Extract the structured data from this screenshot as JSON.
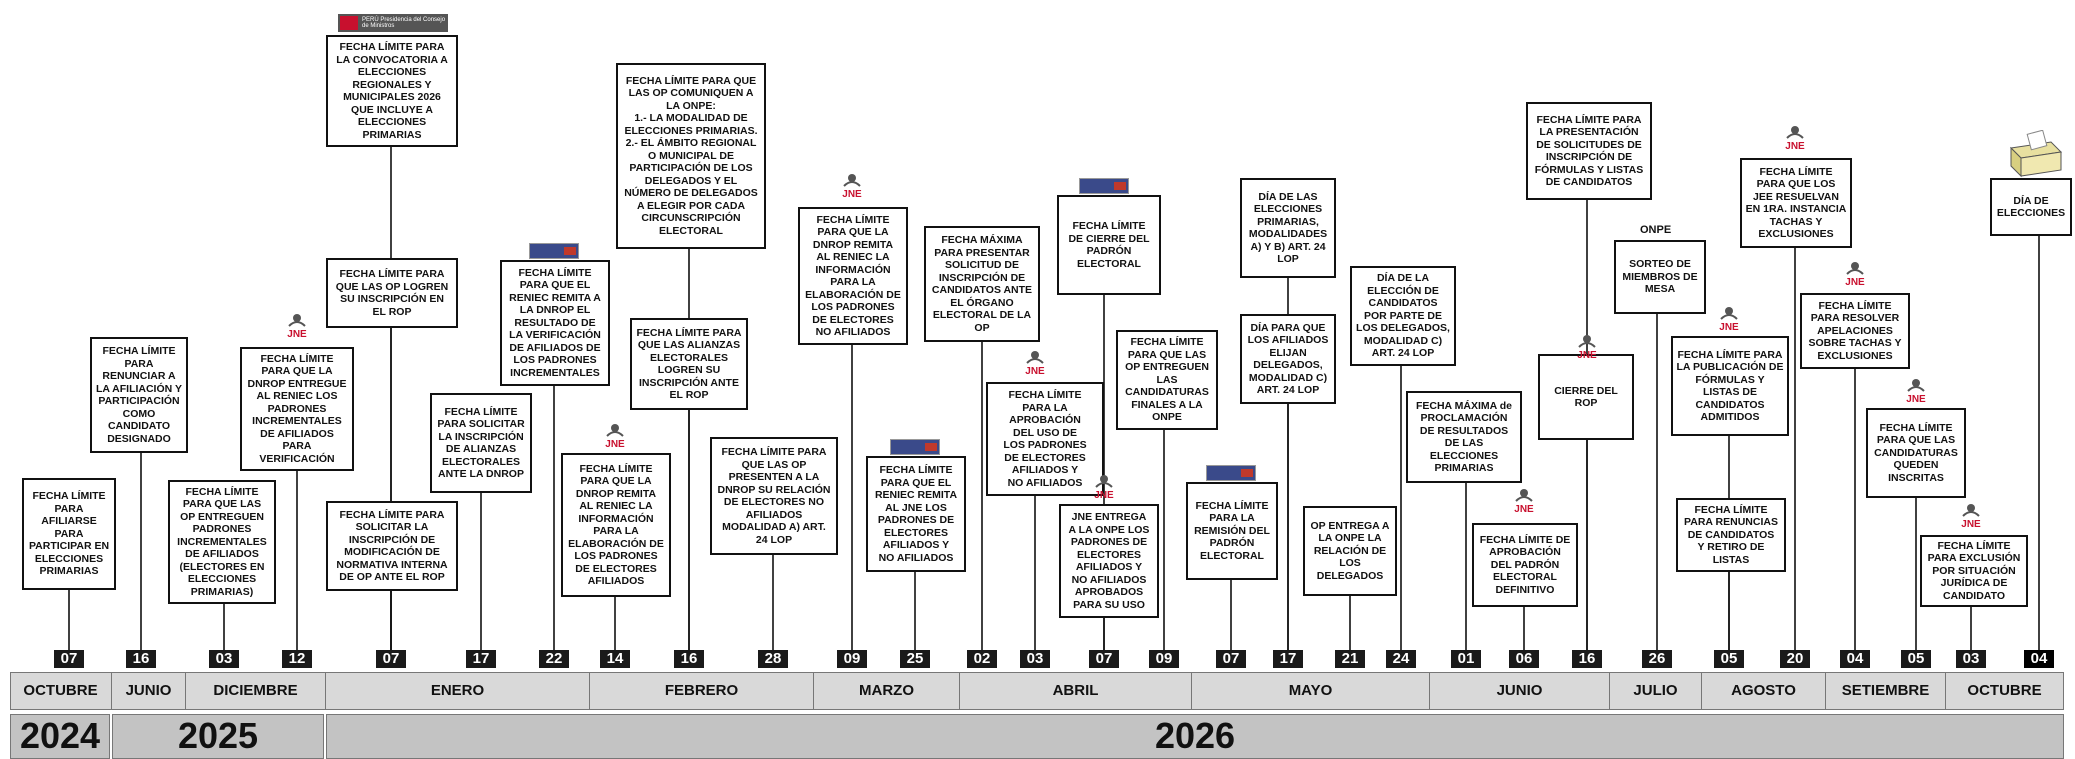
{
  "years": [
    "2024",
    "2025",
    "2026"
  ],
  "months": [
    "OCTUBRE",
    "JUNIO",
    "DICIEMBRE",
    "ENERO",
    "FEBRERO",
    "MARZO",
    "ABRIL",
    "MAYO",
    "JUNIO",
    "JULIO",
    "AGOSTO",
    "SETIEMBRE",
    "OCTUBRE"
  ],
  "events": [
    {
      "day": "07",
      "text": "FECHA LÍMITE\nPARA\nAFILIARSE\nPARA\nPARTICIPAR EN\nELECCIONES\nPRIMARIAS"
    },
    {
      "day": "16",
      "text": "FECHA LÍMITE\nPARA\nRENUNCIAR A\nLA AFILIACIÓN Y\nPARTICIPACIÓN\nCOMO\nCANDIDATO\nDESIGNADO"
    },
    {
      "day": "03",
      "text": "FECHA LÍMITE\nPARA QUE LAS\nOP ENTREGUEN\nPADRONES\nINCREMENTALES\nDE AFILIADOS\n(ELECTORES EN\nELECCIONES\nPRIMARIAS)"
    },
    {
      "day": "12",
      "text": "FECHA LÍMITE\nPARA QUE LA\nDNROP ENTREGUE\nAL RENIEC LOS\nPADRONES\nINCREMENTALES\nDE AFILIADOS\nPARA\nVERIFICACIÓN"
    },
    {
      "day": "07",
      "text": "FECHA LÍMITE PARA\nLA CONVOCATORIA A\nELECCIONES\nREGIONALES Y\nMUNICIPALES 2026\nQUE INCLUYE A\nELECCIONES\nPRIMARIAS"
    },
    {
      "day": "07",
      "text": "FECHA LÍMITE PARA\nQUE LAS OP LOGREN\nSU INSCRIPCIÓN EN\nEL ROP"
    },
    {
      "day": "07",
      "text": "FECHA LÍMITE PARA\nSOLICITAR LA\nINSCRIPCIÓN DE\nMODIFICACIÓN DE\nNORMATIVA INTERNA\nDE OP ANTE EL ROP"
    },
    {
      "day": "17",
      "text": "FECHA LÍMITE\nPARA SOLICITAR\nLA INSCRIPCIÓN\nDE ALIANZAS\nELECTORALES\nANTE LA DNROP"
    },
    {
      "day": "22",
      "text": "FECHA LÍMITE\nPARA QUE EL\nRENIEC REMITA A\nLA DNROP EL\nRESULTADO DE\nLA VERIFICACIÓN\nDE AFILIADOS DE\nLOS PADRONES\nINCREMENTALES"
    },
    {
      "day": "14",
      "text": "FECHA LÍMITE\nPARA QUE LA\nDNROP REMITA\nAL RENIEC LA\nINFORMACIÓN\nPARA LA\nELABORACIÓN DE\nLOS PADRONES\nDE ELECTORES\nAFILIADOS"
    },
    {
      "day": "16",
      "text": "FECHA LÍMITE PARA QUE\nLAS OP COMUNIQUEN A\nLA ONPE:\n1.- LA MODALIDAD DE\nELECCIONES PRIMARIAS.\n2.- EL ÁMBITO REGIONAL\nO MUNICIPAL DE\nPARTICIPACIÓN DE LOS\nDELEGADOS Y EL\nNÚMERO DE DELEGADOS\nA ELEGIR POR CADA\nCIRCUNSCRIPCIÓN\nELECTORAL"
    },
    {
      "day": "16",
      "text": "FECHA LÍMITE PARA\nQUE LAS ALIANZAS\nELECTORALES\nLOGREN SU\nINSCRIPCIÓN ANTE\nEL ROP"
    },
    {
      "day": "28",
      "text": "FECHA LÍMITE PARA\nQUE LAS OP\nPRESENTEN A LA\nDNROP SU RELACIÓN\nDE ELECTORES NO\nAFILIADOS\nMODALIDAD A) ART.\n24 LOP"
    },
    {
      "day": "09",
      "text": "FECHA LÍMITE\nPARA QUE LA\nDNROP REMITA\nAL RENIEC LA\nINFORMACIÓN\nPARA LA\nELABORACIÓN DE\nLOS PADRONES\nDE ELECTORES\nNO AFILIADOS"
    },
    {
      "day": "25",
      "text": "FECHA LÍMITE\nPARA QUE EL\nRENIEC REMITA\nAL JNE LOS\nPADRONES DE\nELECTORES\nAFILIADOS Y\nNO AFILIADOS"
    },
    {
      "day": "02",
      "text": "FECHA MÁXIMA\nPARA PRESENTAR\nSOLICITUD DE\nINSCRIPCIÓN DE\nCANDIDATOS ANTE\nEL ÓRGANO\nELECTORAL DE LA\nOP"
    },
    {
      "day": "03",
      "text": "FECHA LÍMITE\nPARA LA\nAPROBACIÓN\nDEL USO DE\nLOS PADRONES\nDE ELECTORES\nAFILIADOS Y\nNO AFILIADOS"
    },
    {
      "day": "07",
      "text": "FECHA LÍMITE\nDE CIERRE DEL\nPADRÓN\nELECTORAL"
    },
    {
      "day": "07",
      "text": "JNE ENTREGA\nA LA ONPE LOS\nPADRONES DE\nELECTORES\nAFILIADOS Y\nNO AFILIADOS\nAPROBADOS\nPARA SU USO"
    },
    {
      "day": "09",
      "text": "FECHA LÍMITE\nPARA QUE LAS\nOP ENTREGUEN\nLAS\nCANDIDATURAS\nFINALES A LA\nONPE"
    },
    {
      "day": "07",
      "text": "FECHA LÍMITE\nPARA LA\nREMISIÓN DEL\nPADRÓN\nELECTORAL"
    },
    {
      "day": "17",
      "text": "DÍA DE LAS\nELECCIONES\nPRIMARIAS,\nMODALIDADES\nA) Y B) ART. 24\nLOP"
    },
    {
      "day": "17",
      "text": "DÍA PARA QUE\nLOS AFILIADOS\nELIJAN\nDELEGADOS,\nMODALIDAD C)\nART. 24 LOP"
    },
    {
      "day": "21",
      "text": "OP ENTREGA A\nLA ONPE LA\nRELACIÓN DE\nLOS\nDELEGADOS"
    },
    {
      "day": "24",
      "text": "DÍA DE LA\nELECCIÓN DE\nCANDIDATOS\nPOR PARTE DE\nLOS DELEGADOS,\nMODALIDAD C)\nART. 24 LOP"
    },
    {
      "day": "01",
      "text": "FECHA MÁXIMA de\nPROCLAMACIÓN\nDE RESULTADOS\nDE LAS\nELECCIONES\nPRIMARIAS"
    },
    {
      "day": "06",
      "text": "FECHA LÍMITE DE\nAPROBACIÓN\nDEL PADRÓN\nELECTORAL\nDEFINITIVO"
    },
    {
      "day": "16",
      "text": "FECHA LÍMITE PARA\nLA PRESENTACIÓN\nDE SOLICITUDES DE\nINSCRIPCIÓN DE\nFÓRMULAS Y LISTAS\nDE CANDIDATOS"
    },
    {
      "day": "16",
      "text": "CIERRE DEL\nROP"
    },
    {
      "day": "26",
      "text": "SORTEO DE\nMIEMBROS DE\nMESA"
    },
    {
      "day": "05",
      "text": "FECHA LÍMITE PARA\nLA PUBLICACIÓN DE\nFÓRMULAS Y\nLISTAS DE\nCANDIDATOS\nADMITIDOS"
    },
    {
      "day": "05",
      "text": "FECHA LÍMITE\nPARA RENUNCIAS\nDE CANDIDATOS\nY RETIRO DE\nLISTAS"
    },
    {
      "day": "20",
      "text": "FECHA LÍMITE\nPARA QUE LOS\nJEE RESUELVAN\nEN 1RA. INSTANCIA\nTACHAS Y\nEXCLUSIONES"
    },
    {
      "day": "04",
      "text": "FECHA LÍMITE\nPARA RESOLVER\nAPELACIONES\nSOBRE TACHAS Y\nEXCLUSIONES"
    },
    {
      "day": "05",
      "text": "FECHA LÍMITE\nPARA QUE LAS\nCANDIDATURAS\nQUEDEN\nINSCRITAS"
    },
    {
      "day": "03",
      "text": "FECHA LÍMITE\nPARA EXCLUSIÓN\nPOR SITUACIÓN\nJURÍDICA DE\nCANDIDATO"
    },
    {
      "day": "04",
      "text": "DÍA DE\nELECCIONES"
    }
  ],
  "logos": {
    "jne": "JNE",
    "onpe": "ONPE",
    "peru": "PERÚ  Presidencia del Consejo de Ministros"
  }
}
